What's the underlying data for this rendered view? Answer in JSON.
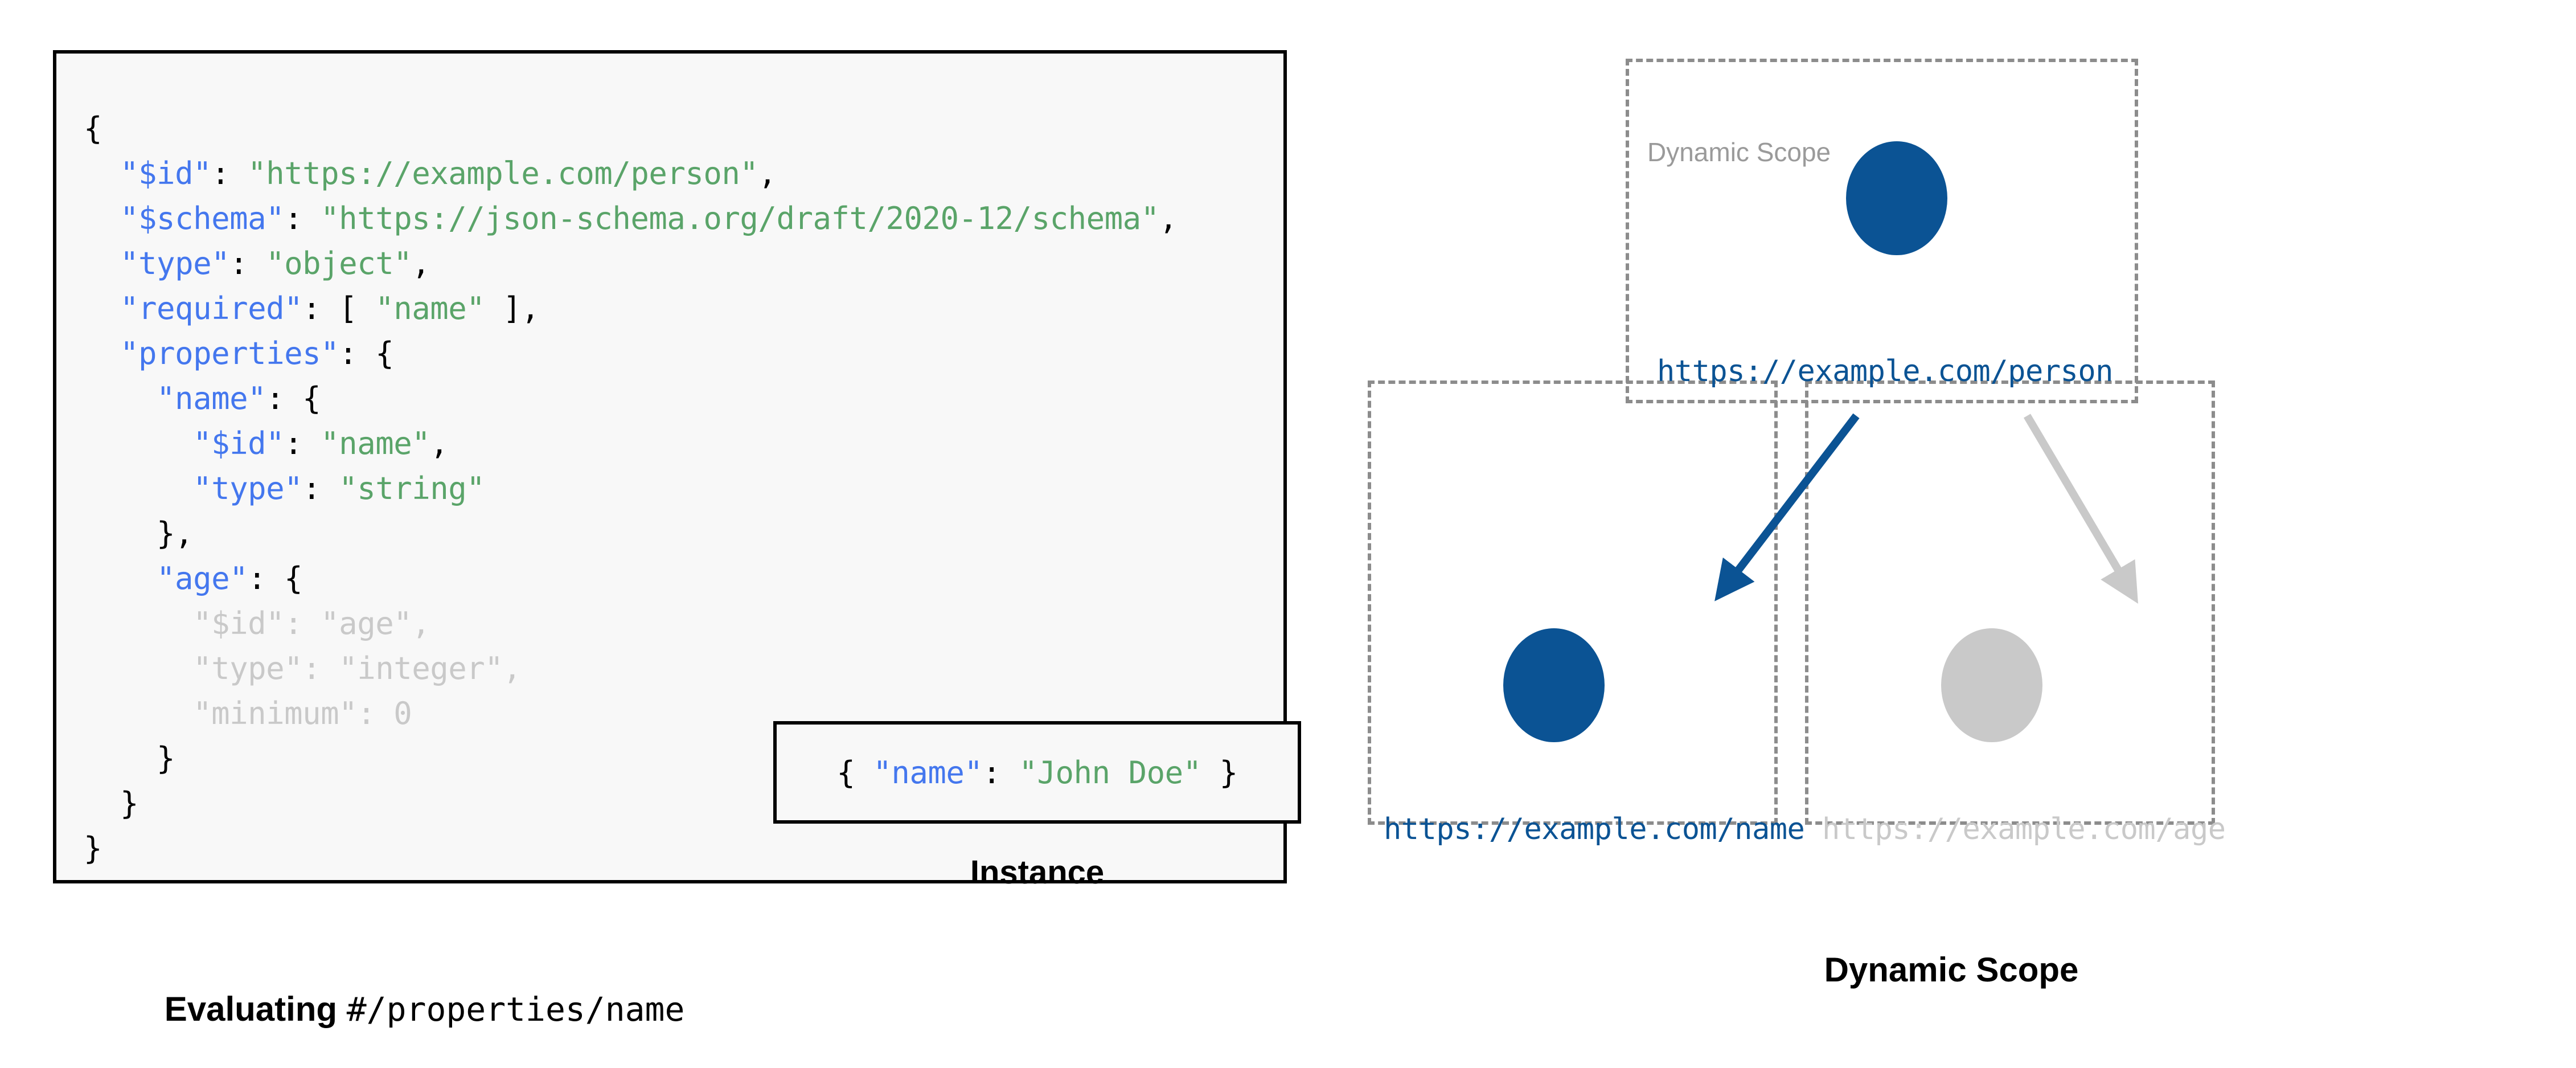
{
  "colors": {
    "accent_blue": "#0b5394",
    "key_blue": "#4477ee",
    "string_green": "#5aa469",
    "dimmed_gray": "#c9c9c9",
    "dashed_border_gray": "#8c8c8c",
    "scope_label_gray": "#9a9a9a",
    "card_background": "#f8f8f8",
    "card_border": "#000000",
    "page_background": "#ffffff"
  },
  "left_panel": {
    "schema_code": {
      "lines": [
        {
          "indent": 0,
          "segments": [
            {
              "text": "{",
              "style": "p"
            }
          ]
        },
        {
          "indent": 1,
          "segments": [
            {
              "text": "\"$id\"",
              "style": "k"
            },
            {
              "text": ": ",
              "style": "p"
            },
            {
              "text": "\"https://example.com/person\"",
              "style": "s"
            },
            {
              "text": ",",
              "style": "p"
            }
          ]
        },
        {
          "indent": 1,
          "segments": [
            {
              "text": "\"$schema\"",
              "style": "k"
            },
            {
              "text": ": ",
              "style": "p"
            },
            {
              "text": "\"https://json-schema.org/draft/2020-12/schema\"",
              "style": "s"
            },
            {
              "text": ",",
              "style": "p"
            }
          ]
        },
        {
          "indent": 1,
          "segments": [
            {
              "text": "\"type\"",
              "style": "k"
            },
            {
              "text": ": ",
              "style": "p"
            },
            {
              "text": "\"object\"",
              "style": "s"
            },
            {
              "text": ",",
              "style": "p"
            }
          ]
        },
        {
          "indent": 1,
          "segments": [
            {
              "text": "\"required\"",
              "style": "k"
            },
            {
              "text": ": [ ",
              "style": "p"
            },
            {
              "text": "\"name\"",
              "style": "s"
            },
            {
              "text": " ],",
              "style": "p"
            }
          ]
        },
        {
          "indent": 1,
          "segments": [
            {
              "text": "\"properties\"",
              "style": "k"
            },
            {
              "text": ": {",
              "style": "p"
            }
          ]
        },
        {
          "indent": 2,
          "segments": [
            {
              "text": "\"name\"",
              "style": "k"
            },
            {
              "text": ": {",
              "style": "p"
            }
          ]
        },
        {
          "indent": 3,
          "segments": [
            {
              "text": "\"$id\"",
              "style": "k"
            },
            {
              "text": ": ",
              "style": "p"
            },
            {
              "text": "\"name\"",
              "style": "s"
            },
            {
              "text": ",",
              "style": "p"
            }
          ]
        },
        {
          "indent": 3,
          "segments": [
            {
              "text": "\"type\"",
              "style": "k"
            },
            {
              "text": ": ",
              "style": "p"
            },
            {
              "text": "\"string\"",
              "style": "s"
            }
          ]
        },
        {
          "indent": 2,
          "segments": [
            {
              "text": "},",
              "style": "p"
            }
          ]
        },
        {
          "indent": 2,
          "segments": [
            {
              "text": "\"age\"",
              "style": "k"
            },
            {
              "text": ": {",
              "style": "p"
            }
          ]
        },
        {
          "indent": 3,
          "segments": [
            {
              "text": "\"$id\"",
              "style": "dim-k"
            },
            {
              "text": ": ",
              "style": "dim-p"
            },
            {
              "text": "\"age\"",
              "style": "dim-s"
            },
            {
              "text": ",",
              "style": "dim-p"
            }
          ]
        },
        {
          "indent": 3,
          "segments": [
            {
              "text": "\"type\"",
              "style": "dim-k"
            },
            {
              "text": ": ",
              "style": "dim-p"
            },
            {
              "text": "\"integer\"",
              "style": "dim-s"
            },
            {
              "text": ",",
              "style": "dim-p"
            }
          ]
        },
        {
          "indent": 3,
          "segments": [
            {
              "text": "\"minimum\"",
              "style": "dim-k"
            },
            {
              "text": ": ",
              "style": "dim-p"
            },
            {
              "text": "0",
              "style": "dim-s"
            }
          ]
        },
        {
          "indent": 2,
          "segments": [
            {
              "text": "}",
              "style": "p"
            }
          ]
        },
        {
          "indent": 1,
          "segments": [
            {
              "text": "}",
              "style": "p"
            }
          ]
        },
        {
          "indent": 0,
          "segments": [
            {
              "text": "}",
              "style": "p"
            }
          ]
        }
      ]
    },
    "instance": {
      "segments": [
        {
          "text": "{ ",
          "style": "p"
        },
        {
          "text": "\"name\"",
          "style": "k"
        },
        {
          "text": ": ",
          "style": "p"
        },
        {
          "text": "\"John Doe\"",
          "style": "s"
        },
        {
          "text": " }",
          "style": "p"
        }
      ],
      "caption": "Instance"
    },
    "caption": {
      "bold_text": "Evaluating ",
      "mono_text": "#/properties/name"
    }
  },
  "right_panel": {
    "caption": "Dynamic Scope",
    "scope_boxes": [
      {
        "id": "root",
        "label": "Dynamic Scope"
      },
      {
        "id": "name",
        "label": ""
      },
      {
        "id": "age",
        "label": ""
      }
    ],
    "nodes": [
      {
        "id": "person",
        "label": "https://example.com/person",
        "state": "active"
      },
      {
        "id": "name",
        "label": "https://example.com/name",
        "state": "active"
      },
      {
        "id": "age",
        "label": "https://example.com/age",
        "state": "inactive"
      }
    ],
    "arrows": [
      {
        "id": "person-to-name",
        "state": "active",
        "from": "person",
        "to": "name"
      },
      {
        "id": "person-to-age",
        "state": "inactive",
        "from": "person",
        "to": "age"
      }
    ]
  }
}
